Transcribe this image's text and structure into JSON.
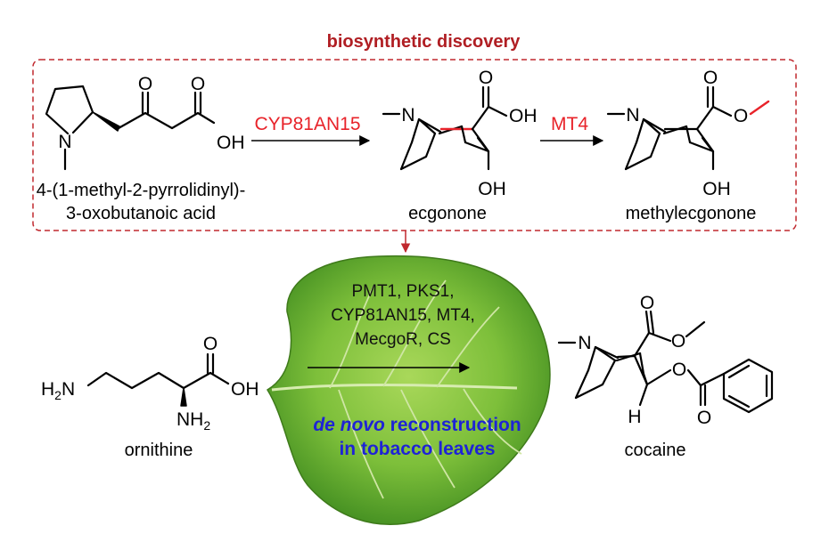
{
  "title": "biosynthetic discovery",
  "colors": {
    "title_red": "#b01e23",
    "enzyme_red": "#e8232a",
    "box_dash": "#c0282e",
    "blue_text": "#1e23d6",
    "leaf_green": "#7dbf3a"
  },
  "atoms": {
    "N": "N",
    "O": "O",
    "OH": "OH",
    "H": "H",
    "NH": "NH",
    "num2": "2"
  },
  "compounds": {
    "precursor": {
      "line1": "4-(1-methyl-2-pyrrolidinyl)-",
      "line2": "3-oxobutanoic acid"
    },
    "ecgonone": "ecgonone",
    "methylecgonone": "methylecgonone",
    "ornithine": "ornithine",
    "cocaine": "cocaine"
  },
  "enzymes": {
    "step1": "CYP81AN15",
    "step2": "MT4",
    "leaf_lines": [
      "PMT1, PKS1,",
      "CYP81AN15, MT4,",
      "MecgoR, CS"
    ]
  },
  "reconstruction": {
    "italic_part": "de novo",
    "line1_rest": " reconstruction",
    "line2": "in tobacco leaves"
  }
}
